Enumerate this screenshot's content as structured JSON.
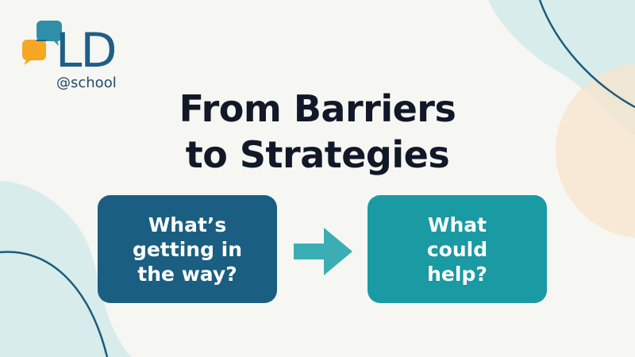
{
  "logo": {
    "mark": "LD",
    "sub": "@school"
  },
  "title": {
    "line1": "From Barriers",
    "line2": "to Strategies"
  },
  "cards": {
    "left": "What’s\ngetting in\nthe way?",
    "right": "What\ncould\nhelp?"
  },
  "icons": {
    "logo_bubbles": "speech-bubbles-icon",
    "arrow": "right-arrow-icon"
  },
  "colors": {
    "background": "#f6f6f3",
    "navy": "#1a5e82",
    "teal": "#1a9aa2",
    "arrow": "#3aaeb3",
    "peach": "#f7e4cc",
    "mint": "#d8ecec",
    "logo_orange": "#f5a623"
  }
}
